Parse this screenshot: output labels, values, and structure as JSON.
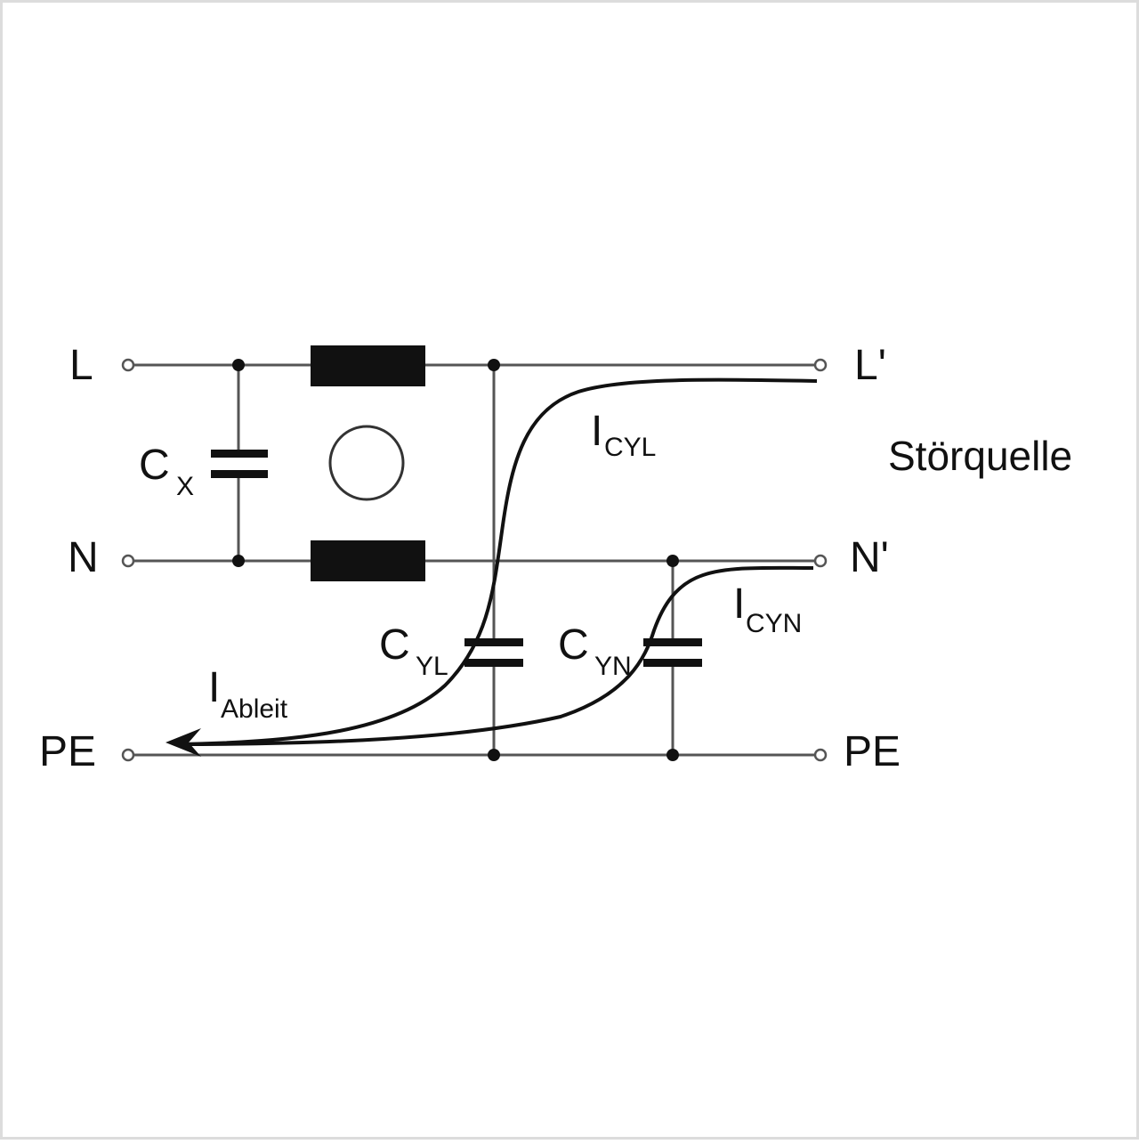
{
  "colors": {
    "background": "#ffffff",
    "border": "#dcdcdc",
    "wire": "#555555",
    "ink": "#111111",
    "terminal_fill": "#ffffff"
  },
  "icons": {
    "terminal": "open-circle-terminal",
    "junction": "filled-dot-junction",
    "inductor": "filled-rectangle-choke",
    "capacitor": "parallel-plate-capacitor",
    "current_arrow": "arrowhead"
  },
  "labels": {
    "L": "L",
    "L_prime": "L'",
    "N": "N",
    "N_prime": "N'",
    "PE_left": "PE",
    "PE_right": "PE",
    "source": "Störquelle"
  },
  "components": {
    "cx": {
      "main": "C",
      "sub": "X"
    },
    "cyl": {
      "main": "C",
      "sub": "YL"
    },
    "cyn": {
      "main": "C",
      "sub": "YN"
    }
  },
  "currents": {
    "icyl": {
      "main": "I",
      "sub": "CYL"
    },
    "icyn": {
      "main": "I",
      "sub": "CYN"
    },
    "ileak": {
      "main": "I",
      "sub": "Ableit"
    }
  }
}
